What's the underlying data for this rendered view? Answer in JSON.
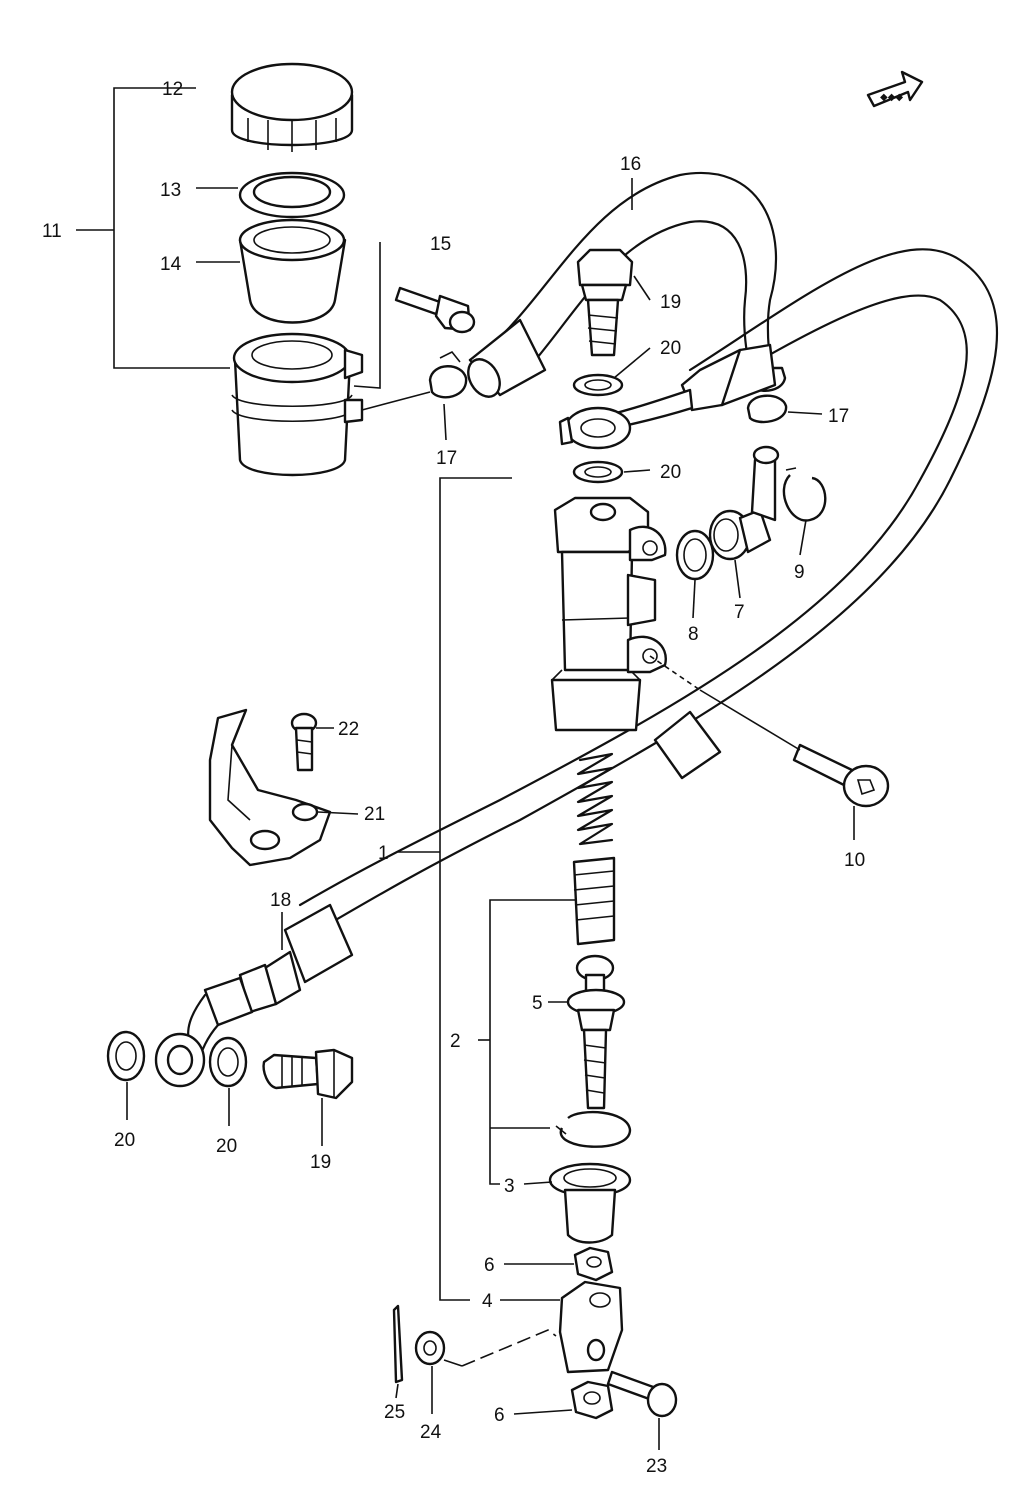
{
  "diagram": {
    "labels": {
      "p1": "1",
      "p2": "2",
      "p3": "3",
      "p4": "4",
      "p5": "5",
      "p6a": "6",
      "p6b": "6",
      "p7": "7",
      "p8": "8",
      "p9": "9",
      "p10": "10",
      "p11": "11",
      "p12": "12",
      "p13": "13",
      "p14": "14",
      "p15": "15",
      "p16": "16",
      "p17a": "17",
      "p17b": "17",
      "p18": "18",
      "p19a": "19",
      "p19b": "19",
      "p20a": "20",
      "p20b": "20",
      "p20c": "20",
      "p20d": "20",
      "p21": "21",
      "p22": "22",
      "p23": "23",
      "p24": "24",
      "p25": "25"
    },
    "front_arrow_icon": "front-direction-arrow"
  }
}
